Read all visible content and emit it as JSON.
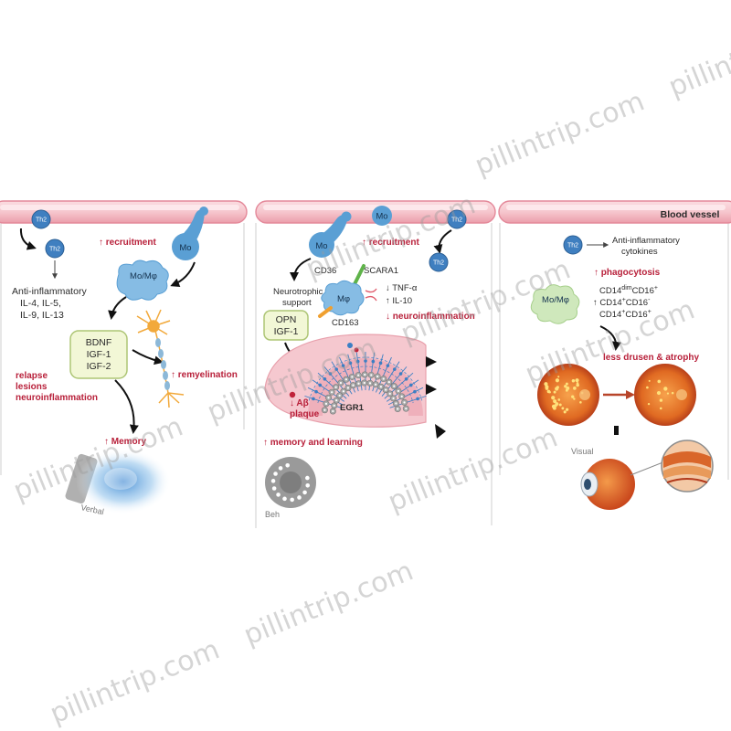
{
  "watermark": "pillintrip.com",
  "colors": {
    "emphasis_red": "#b8203a",
    "cell_blue": "#5a9fd4",
    "macrophage_green": "#cfe8bc",
    "header_pink": "#f6c6cd"
  },
  "panel_ms": {
    "th2_a": "Th2",
    "th2_b": "Th2",
    "recruitment": "↑ recruitment",
    "mo": "Mo",
    "mo_mphi": "Mo/Mφ",
    "anti_inflammatory": [
      "Anti-inflammatory",
      "IL-4, IL-5,",
      "IL-9, IL-13"
    ],
    "factors": [
      "BDNF",
      "IGF-1",
      "IGF-2"
    ],
    "remyelination": "↑ remyelination",
    "outcomes_down": [
      "relapse",
      "lesions",
      "neuroinflammation"
    ],
    "memory": "↑ Memory",
    "verbal": "Verbal"
  },
  "panel_ad": {
    "mo_top": "Mo",
    "th2_a": "Th2",
    "mo": "Mo",
    "recruitment": "↑ recruitment",
    "th2_b": "Th2",
    "cd36": "CD36",
    "scara1": "SCARA1",
    "neurotrophic": [
      "Neurotrophic",
      "support"
    ],
    "mphi": "Mφ",
    "tnf": "↓ TNF-α",
    "il10": "↑ IL-10",
    "cd163": "CD163",
    "neuroinflammation": "↓ neuroinflammation",
    "factors": [
      "OPN",
      "IGF-1"
    ],
    "abeta": [
      "↓ Aβ",
      "plaque"
    ],
    "egr1": "EGR1",
    "memory_learning": "↑ memory and learning",
    "behavior": "Beh"
  },
  "panel_amd": {
    "title": "Blood vessel",
    "th2": "Th2",
    "cytokines": [
      "Anti-inflammatory",
      "cytokines"
    ],
    "phagocytosis": "↑ phagocytosis",
    "mo_mphi": "Mo/Mφ",
    "cd_lines": [
      [
        "CD14",
        "dim",
        "CD16",
        "+"
      ],
      [
        "↑ CD14",
        "+",
        "CD16",
        "-"
      ],
      [
        "CD14",
        "+",
        "CD16",
        "+"
      ]
    ],
    "drusen": "less drusen & atrophy",
    "visual": "Visual"
  }
}
